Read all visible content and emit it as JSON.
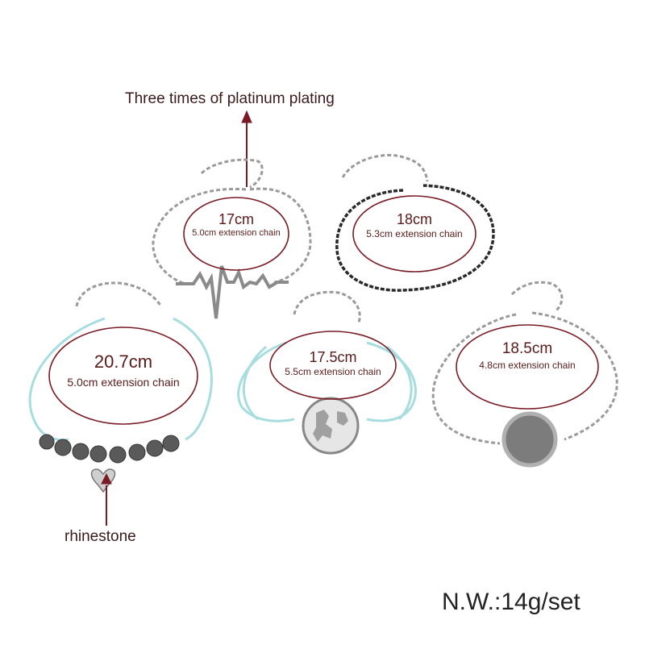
{
  "callouts": {
    "plating": "Three times of platinum plating",
    "rhinestone": "rhinestone"
  },
  "net_weight": "N.W.:14g/set",
  "bracelets": [
    {
      "length": "17cm",
      "extension": "5.0cm extension chain"
    },
    {
      "length": "18cm",
      "extension": "5.3cm extension chain"
    },
    {
      "length": "20.7cm",
      "extension": "5.0cm extension chain"
    },
    {
      "length": "17.5cm",
      "extension": "5.5cm extension chain"
    },
    {
      "length": "18.5cm",
      "extension": "4.8cm extension chain"
    }
  ],
  "colors": {
    "ellipse": "#7a1a24",
    "silver": "#9a9a9a",
    "black_chain": "#2a2a2a",
    "cord": "#a8dde0",
    "arrow": "#7a1a24"
  }
}
